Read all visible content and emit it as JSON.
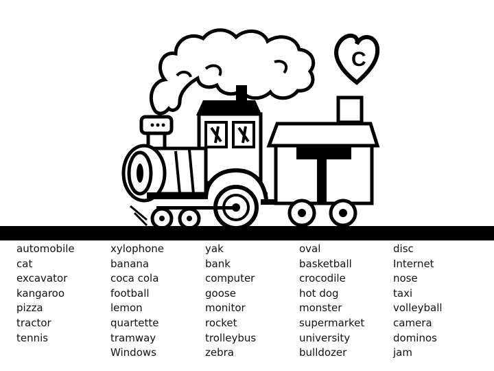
{
  "illustration": {
    "subject": "steam locomotive pulling a wagon",
    "wagon_letter": "T",
    "heart_letter": "C"
  },
  "word_columns": [
    [
      "automobile",
      "cat",
      "excavator",
      "kangaroo",
      "pizza",
      "tractor",
      "tennis"
    ],
    [
      "xylophone",
      "banana",
      "coca cola",
      "football",
      "lemon",
      "quartette",
      "tramway",
      "Windows"
    ],
    [
      "yak",
      "bank",
      "computer",
      "goose",
      "monitor",
      "rocket",
      "trolleybus",
      "zebra"
    ],
    [
      "oval",
      "basketball",
      "crocodile",
      "hot dog",
      "monster",
      "supermarket",
      "university",
      "bulldozer"
    ],
    [
      "disc",
      "Internet",
      "nose",
      "taxi",
      "volleyball",
      "camera",
      "dominos",
      "jam"
    ]
  ],
  "colors": {
    "ink": "#000000",
    "paper": "#ffffff"
  }
}
